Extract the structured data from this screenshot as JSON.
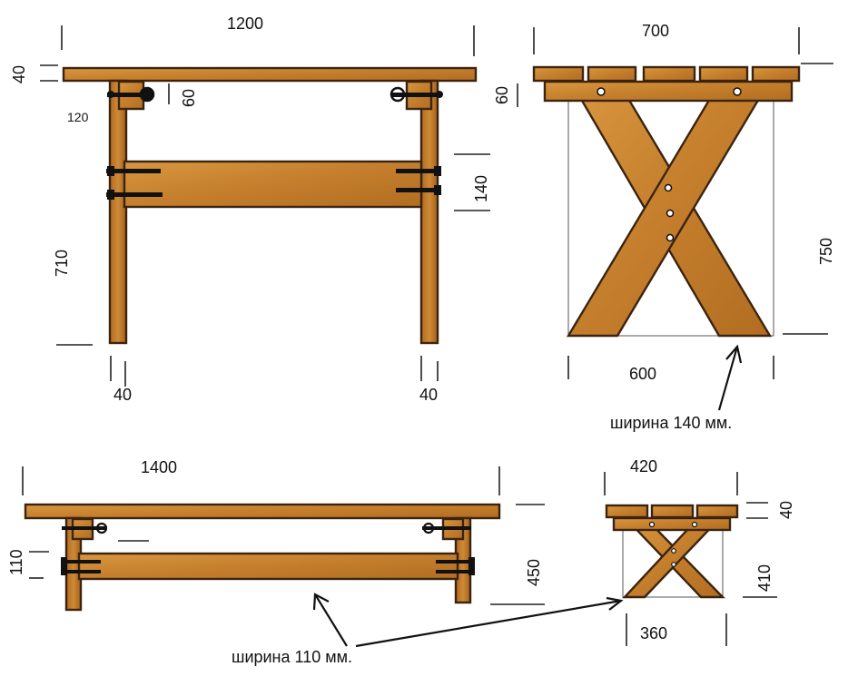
{
  "colors": {
    "wood_light": "#d9963f",
    "wood_mid": "#c47e2c",
    "wood_dark": "#8a4f1a",
    "outline": "#3a2410",
    "hardware": "#111111"
  },
  "table_front": {
    "width": "1200",
    "top_thickness": "40",
    "bracket_height": "60",
    "bracket_offset": "120",
    "apron_height": "140",
    "leg_height": "710",
    "leg_left": "40",
    "leg_right": "40"
  },
  "table_side": {
    "width": "700",
    "apron_height": "60",
    "height": "750",
    "base_width": "600",
    "note": "ширина 140 мм."
  },
  "bench_front": {
    "width": "1400",
    "apron_height": "110",
    "height": "450",
    "note": "ширина 110 мм."
  },
  "bench_side": {
    "width": "420",
    "top_thickness": "40",
    "frame_height": "410",
    "base_width": "360"
  }
}
